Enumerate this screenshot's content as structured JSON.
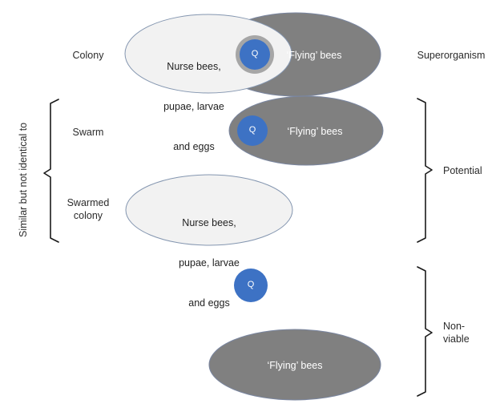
{
  "figure": {
    "title": "",
    "background": "#ffffff",
    "colors": {
      "light_ellipse_fill": "#f2f2f2",
      "light_ellipse_stroke": "#8496b0",
      "gray_ellipse_fill": "#808080",
      "gray_ellipse_stroke": "#7a86a0",
      "queen_fill": "#3d72c4",
      "queen_halo": "#a6a6a6",
      "bracket_stroke": "#1a1a1a",
      "text_dark": "#1f1f1f",
      "text_light": "#ffffff"
    }
  },
  "left_axis": {
    "vertical_label": "Similar but not identical to",
    "bracket_label_top": "Swarm",
    "bracket_label_bottom_line1": "Swarmed",
    "bracket_label_bottom_line2": "colony"
  },
  "rows": [
    {
      "id": "colony",
      "left_label": "Colony",
      "right_label": "Superorganism",
      "light_ellipse_text_line1": "Nurse bees,",
      "light_ellipse_text_line2": "pupae, larvae",
      "light_ellipse_text_line3": "and eggs",
      "gray_ellipse_text": "‘Flying’ bees",
      "queen_label": "Q",
      "has_light_ellipse": true,
      "has_gray_ellipse": true,
      "has_queen": true
    },
    {
      "id": "swarm",
      "left_label": "Swarm",
      "right_label": "",
      "gray_ellipse_text": "‘Flying’ bees",
      "queen_label": "Q",
      "has_light_ellipse": false,
      "has_gray_ellipse": true,
      "has_queen": true
    },
    {
      "id": "swarmed-colony",
      "left_label": "Swarmed colony",
      "right_label": "",
      "light_ellipse_text_line1": "Nurse bees,",
      "light_ellipse_text_line2": "pupae, larvae",
      "light_ellipse_text_line3": "and eggs",
      "has_light_ellipse": true,
      "has_gray_ellipse": false,
      "has_queen": false
    },
    {
      "id": "lone-queen",
      "left_label": "",
      "right_label": "",
      "queen_label": "Q",
      "has_light_ellipse": false,
      "has_gray_ellipse": false,
      "has_queen": true
    },
    {
      "id": "lone-flying-bees",
      "left_label": "",
      "right_label": "",
      "gray_ellipse_text": "‘Flying’ bees",
      "has_light_ellipse": false,
      "has_gray_ellipse": true,
      "has_queen": false
    }
  ],
  "right_brackets": [
    {
      "id": "potential",
      "label": "Potential",
      "label_line1": "Potential",
      "label_line2": ""
    },
    {
      "id": "non-viable",
      "label": "Non-viable",
      "label_line1": "Non-",
      "label_line2": "viable"
    }
  ]
}
